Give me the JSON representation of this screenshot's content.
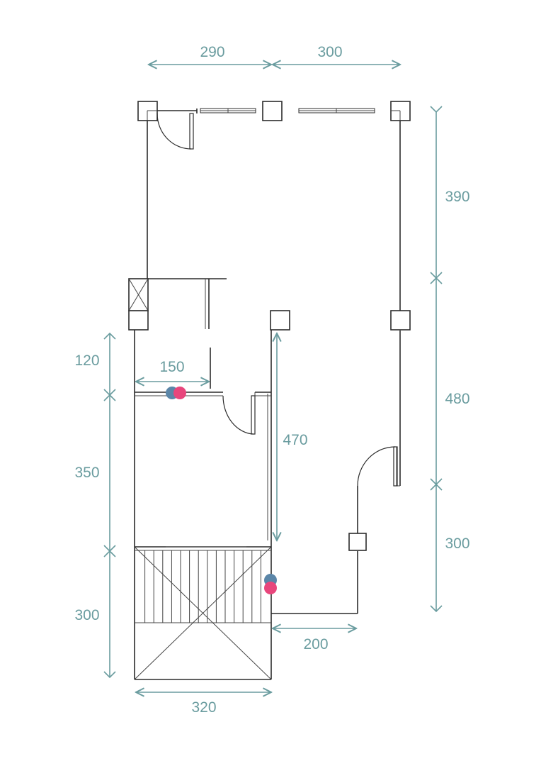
{
  "dimensions": {
    "top_left_width": "290",
    "top_right_width": "300",
    "right_upper_height": "390",
    "right_middle_height": "480",
    "right_lower_height": "300",
    "left_upper_height": "120",
    "left_middle_height": "350",
    "left_lower_height": "300",
    "inner_width": "150",
    "inner_height": "470",
    "bottom_width": "320",
    "step_width": "200"
  },
  "colors": {
    "dimension": "#6a9c9f",
    "wall": "#2b2b2b",
    "point_blue": "#5b86a8",
    "point_pink": "#e8467c"
  },
  "points": [
    {
      "name": "utility-point-blue-1",
      "color": "point_blue"
    },
    {
      "name": "utility-point-pink-1",
      "color": "point_pink"
    },
    {
      "name": "utility-point-blue-2",
      "color": "point_blue"
    },
    {
      "name": "utility-point-pink-2",
      "color": "point_pink"
    }
  ]
}
